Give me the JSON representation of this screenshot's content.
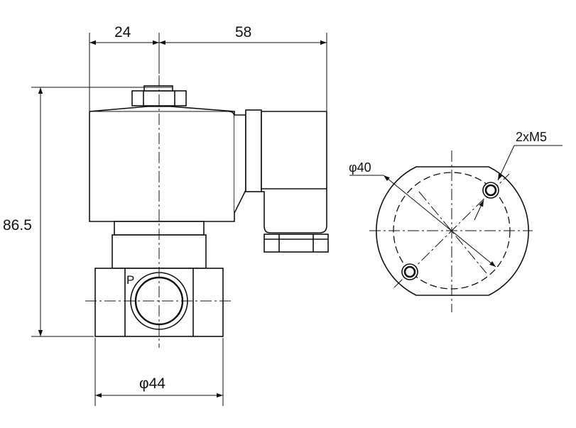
{
  "dimensions": {
    "width_left": "24",
    "width_right": "58",
    "height": "86.5",
    "port_diameter": "φ44",
    "flange_diameter": "φ40",
    "mount_holes": "2xM5"
  },
  "labels": {
    "port": "P"
  },
  "colors": {
    "line": "#111111",
    "background": "#ffffff"
  }
}
